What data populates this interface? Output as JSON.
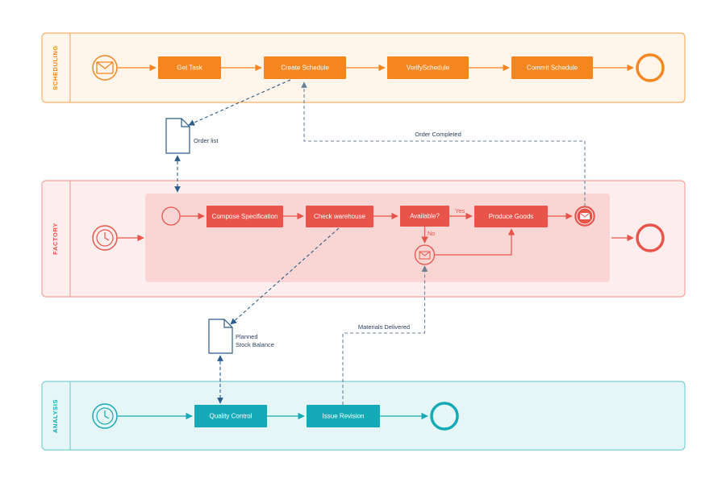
{
  "colors": {
    "scheduling": "#f5851f",
    "scheduling_bg": "#fff5ea",
    "factory": "#e8544a",
    "factory_bg": "#fdeeee",
    "factory_inner": "#f9d5d3",
    "analysis": "#15aab5",
    "analysis_bg": "#e6f5f6",
    "flow_dashed": "#2b5c8a",
    "flow_grey": "#6b8098"
  },
  "lanes": {
    "scheduling": "SCHEDULING",
    "factory": "FACTORY",
    "analysis": "ANALYSIS"
  },
  "scheduling": {
    "tasks": [
      "Get Task",
      "Create Schedule",
      "VerifySchedule",
      "Commit Schedule"
    ]
  },
  "factory": {
    "tasks": [
      "Compose Specification",
      "Check warehouse",
      "Available?",
      "Produce Goods"
    ],
    "yes_label": "Yes",
    "no_label": "No"
  },
  "analysis": {
    "tasks": [
      "Quality Control",
      "Issue Revision"
    ]
  },
  "documents": {
    "order_list": "Order list",
    "planned_line1": "Planned",
    "planned_line2": "Stock Balance"
  },
  "messages": {
    "order_completed": "Order Completed",
    "materials_delivered": "Materials Delivered"
  },
  "icons": {
    "message_start": "envelope-icon",
    "timer_start": "clock-icon",
    "document": "document-icon"
  }
}
